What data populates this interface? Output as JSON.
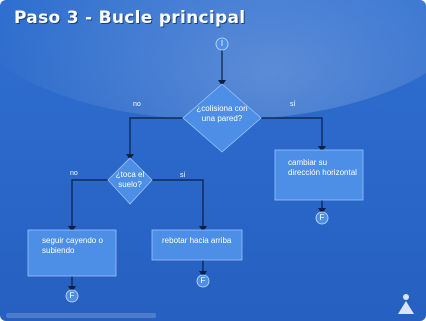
{
  "slide": {
    "title": "Paso 3 - Bucle principal"
  },
  "flowchart": {
    "start_label": "I",
    "decision_wall": "¿colisiona con una pared?",
    "decision_ground": "¿toca el suelo?",
    "action_change_dir": "cambiar su dirección horizontal",
    "action_bounce": "rebotar hacia arriba",
    "action_keep": "seguir cayendo o subiendo",
    "end_label": "F",
    "label_no": "no",
    "label_si": "sí"
  },
  "colors": {
    "background": "#2a67c8",
    "box_fill": "#4d8ee6",
    "line": "#0b1f44",
    "text": "#ffffff"
  }
}
